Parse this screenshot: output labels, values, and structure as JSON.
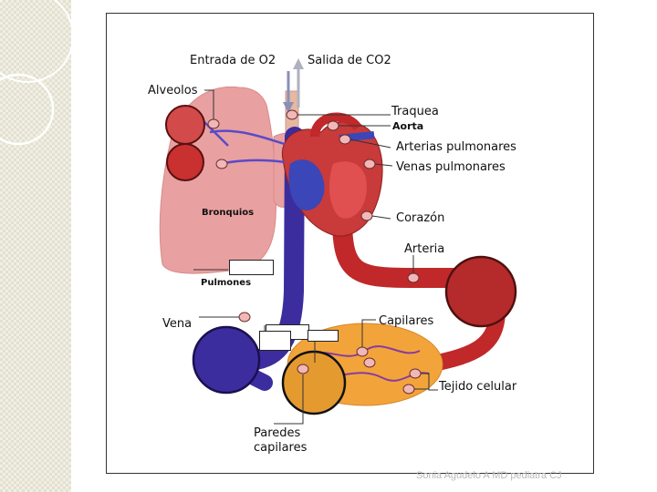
{
  "labels": {
    "entrada": "Entrada de O2",
    "salida": "Salida de CO2",
    "alveolos": "Alveolos",
    "traquea": "Traquea",
    "aorta": "Aorta",
    "arterias_pulmonares": "Arterias pulmonares",
    "venas_pulmonares": "Venas pulmonares",
    "bronquios": "Bronquios",
    "corazon": "Corazón",
    "arteria": "Arteria",
    "pulmones": "Pulmones",
    "capilares": "Capilares",
    "vena": "Vena",
    "tejido_celular": "Tejido celular",
    "paredes_capilares": "Paredes capilares"
  },
  "credit": "Sonia Agudelo A MD pediatra CJ",
  "colors": {
    "artery": "#c0282a",
    "vein": "#3b2d9e",
    "lung": "#e9a0a0",
    "tissue": "#f2a43a",
    "frame": "#333333"
  }
}
